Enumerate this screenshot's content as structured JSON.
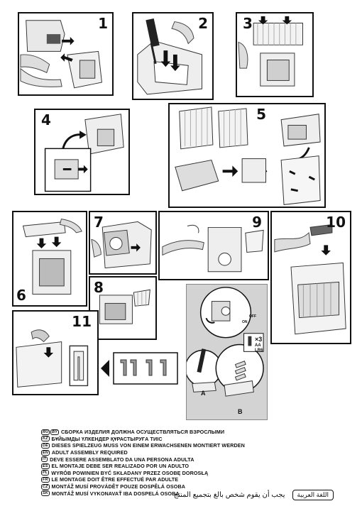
{
  "steps": [
    "1",
    "2",
    "3",
    "4",
    "5",
    "6",
    "7",
    "8",
    "9",
    "10",
    "11"
  ],
  "battery": {
    "count": "3",
    "type_aa": "AA",
    "type_lr6": "LR6"
  },
  "switch": {
    "on": "ON",
    "off": "OFF"
  },
  "callouts": {
    "a": "A",
    "b": "B"
  },
  "languages": [
    {
      "codes": [
        "RU",
        "BY"
      ],
      "text": "СБОРКА ИЗДЕЛИЯ ДОЛЖНА ОСУЩЕСТВЛЯТЬСЯ ВЗРОСЛЫМИ"
    },
    {
      "codes": [
        "KZ"
      ],
      "text": "БҰЙЫМДЫ ҮЛКЕНДЕР ҚҰРАСТЫРУҒА ТИІС"
    },
    {
      "codes": [
        "DE"
      ],
      "text": "DIESES SPIELZEUG MUSS VON EINEM ERWACHSENEN MONTIERT WERDEN"
    },
    {
      "codes": [
        "EN"
      ],
      "text": "ADULT ASSEMBLY REQUIRED"
    },
    {
      "codes": [
        "IT"
      ],
      "text": "DEVE ESSERE ASSEMBLATO DA UNA PERSONA ADULTA"
    },
    {
      "codes": [
        "ES"
      ],
      "text": "EL MONTAJE DEBE SER REALIZADO POR UN ADULTO"
    },
    {
      "codes": [
        "PL"
      ],
      "text": "WYRÓB POWINIEN BYĆ SKŁADANY PRZEZ OSOBĘ  DOROSŁĄ"
    },
    {
      "codes": [
        "FR"
      ],
      "text": "LE MONTAGE DOIT ÊTRE EFFECTUÉ PAR ADULTE"
    },
    {
      "codes": [
        "CZ"
      ],
      "text": "MONTÁŽ MUSÍ PROVÁDĚT POUZE DOSPĚLÁ OSOBA"
    },
    {
      "codes": [
        "SK"
      ],
      "text": "MONTÁŽ MUSÍ VYKONAVAŤ  IBA DOSPELÁ OSOBA"
    }
  ],
  "arabic": {
    "label": "اللغة العربية",
    "text": "يجب أن يقوم شخص بالغ بتجميع المنتج"
  }
}
